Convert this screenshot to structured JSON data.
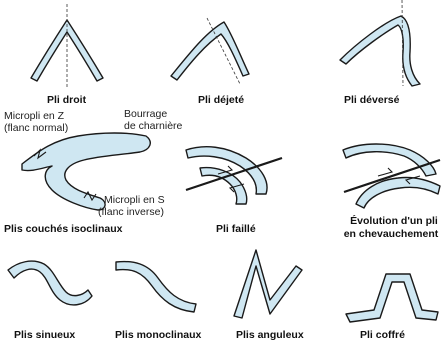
{
  "colors": {
    "fill": "#cfe7f2",
    "outline": "#1a1a1a",
    "fault": "#1a1a1a",
    "axis": "#333333"
  },
  "captions": {
    "pli_droit": "Pli droit",
    "pli_dejete": "Pli déjeté",
    "pli_deverse": "Pli déversé",
    "plis_couches_isoclinaux": "Plis couchés isoclinaux",
    "pli_faille": "Pli faillé",
    "evolution_line1": "Évolution d'un pli",
    "evolution_line2": "en chevauchement",
    "plis_sinueux": "Plis sinueux",
    "plis_monoclinaux": "Plis monoclinaux",
    "plis_anguleux": "Plis anguleux",
    "pli_coffre": "Pli coffré"
  },
  "annotations": {
    "micropli_z_line1": "Micropli en Z",
    "micropli_z_line2": "(flanc normal)",
    "bourrage_line1": "Bourrage",
    "bourrage_line2": "de charnière",
    "micropli_s_line1": "Micropli en S",
    "micropli_s_line2": "(flanc inverse)"
  }
}
